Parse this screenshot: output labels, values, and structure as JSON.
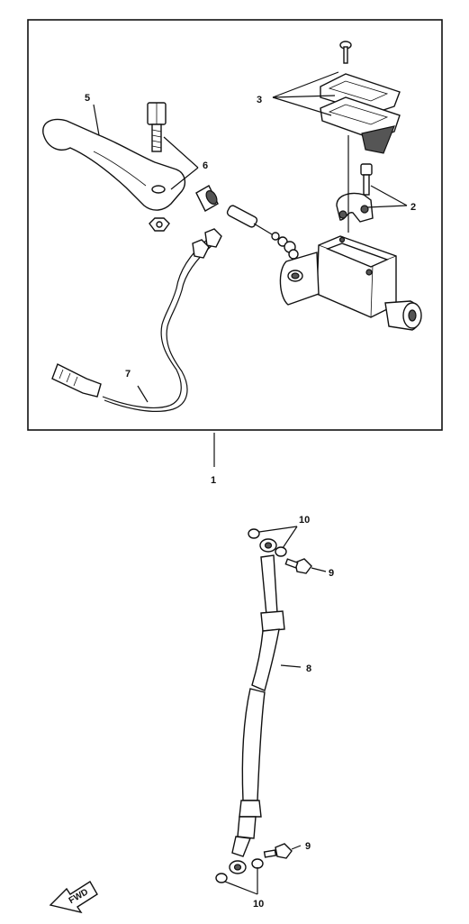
{
  "callouts": {
    "n1": "1",
    "n2": "2",
    "n3": "3",
    "n5": "5",
    "n6": "6",
    "n7": "7",
    "n8": "8",
    "n9_top": "9",
    "n9_bottom": "9",
    "n10_top": "10",
    "n10_bottom": "10"
  },
  "fwd_marker": {
    "text": "FWD",
    "icon": "arrow-fwd-icon"
  },
  "colors": {
    "line": "#111111",
    "background": "#ffffff"
  }
}
